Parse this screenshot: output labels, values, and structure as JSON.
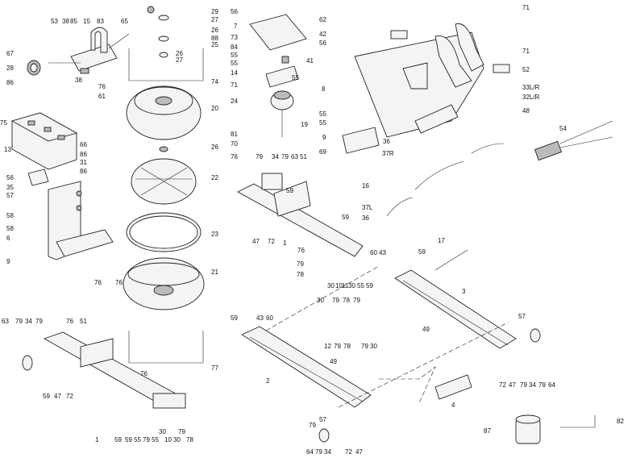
{
  "callouts": [
    {
      "id": "c53",
      "text": "53"
    },
    {
      "id": "c38a",
      "text": "38"
    },
    {
      "id": "c85",
      "text": "85"
    },
    {
      "id": "c83",
      "text": "83"
    },
    {
      "id": "c65",
      "text": "65"
    },
    {
      "id": "c15",
      "text": "15"
    },
    {
      "id": "c67",
      "text": "67"
    },
    {
      "id": "c28",
      "text": "28"
    },
    {
      "id": "c86a",
      "text": "86"
    },
    {
      "id": "c38b",
      "text": "38"
    },
    {
      "id": "c76a",
      "text": "76"
    },
    {
      "id": "c61",
      "text": "61"
    },
    {
      "id": "c75",
      "text": "75"
    },
    {
      "id": "c13",
      "text": "13"
    },
    {
      "id": "c66",
      "text": "66"
    },
    {
      "id": "c86b",
      "text": "86"
    },
    {
      "id": "c31",
      "text": "31"
    },
    {
      "id": "c86c",
      "text": "86"
    },
    {
      "id": "c56a",
      "text": "56"
    },
    {
      "id": "c35",
      "text": "35"
    },
    {
      "id": "c57a",
      "text": "57"
    },
    {
      "id": "c58a",
      "text": "58"
    },
    {
      "id": "c58b",
      "text": "58"
    },
    {
      "id": "c6",
      "text": "6"
    },
    {
      "id": "c9a",
      "text": "9"
    },
    {
      "id": "c76b",
      "text": "76"
    },
    {
      "id": "c76c",
      "text": "76"
    },
    {
      "id": "c29",
      "text": "29"
    },
    {
      "id": "c27a",
      "text": "27"
    },
    {
      "id": "c26a",
      "text": "26"
    },
    {
      "id": "c88",
      "text": "88"
    },
    {
      "id": "c25",
      "text": "25"
    },
    {
      "id": "c26b",
      "text": "26"
    },
    {
      "id": "c27b",
      "text": "27"
    },
    {
      "id": "c74",
      "text": "74"
    },
    {
      "id": "c20",
      "text": "20"
    },
    {
      "id": "c26c",
      "text": "26"
    },
    {
      "id": "c22",
      "text": "22"
    },
    {
      "id": "c23",
      "text": "23"
    },
    {
      "id": "c21",
      "text": "21"
    },
    {
      "id": "c77",
      "text": "77"
    },
    {
      "id": "c56b",
      "text": "56"
    },
    {
      "id": "c7",
      "text": "7"
    },
    {
      "id": "c73",
      "text": "73"
    },
    {
      "id": "c84",
      "text": "84"
    },
    {
      "id": "c55a",
      "text": "55"
    },
    {
      "id": "c55b",
      "text": "55"
    },
    {
      "id": "c14",
      "text": "14"
    },
    {
      "id": "c55c",
      "text": "55"
    },
    {
      "id": "c71a",
      "text": "71"
    },
    {
      "id": "c41",
      "text": "41"
    },
    {
      "id": "c24",
      "text": "24"
    },
    {
      "id": "c81",
      "text": "81"
    },
    {
      "id": "c70",
      "text": "70"
    },
    {
      "id": "c19",
      "text": "19"
    },
    {
      "id": "c62",
      "text": "62"
    },
    {
      "id": "c42",
      "text": "42"
    },
    {
      "id": "c56c",
      "text": "56"
    },
    {
      "id": "c71b",
      "text": "71"
    },
    {
      "id": "c71c",
      "text": "71"
    },
    {
      "id": "c52",
      "text": "52"
    },
    {
      "id": "c8",
      "text": "8"
    },
    {
      "id": "c33",
      "text": "33L/R"
    },
    {
      "id": "c32",
      "text": "32L/R"
    },
    {
      "id": "c48",
      "text": "48"
    },
    {
      "id": "c55d",
      "text": "55"
    },
    {
      "id": "c55e",
      "text": "55"
    },
    {
      "id": "c9b",
      "text": "9"
    },
    {
      "id": "c36a",
      "text": "36"
    },
    {
      "id": "c69",
      "text": "69"
    },
    {
      "id": "c37r",
      "text": "37R"
    },
    {
      "id": "c54",
      "text": "54"
    },
    {
      "id": "c16",
      "text": "16"
    },
    {
      "id": "c37l",
      "text": "37L"
    },
    {
      "id": "c36b",
      "text": "36"
    },
    {
      "id": "c76d",
      "text": "76"
    },
    {
      "id": "c79a",
      "text": "79"
    },
    {
      "id": "c34a",
      "text": "34"
    },
    {
      "id": "c79b",
      "text": "79"
    },
    {
      "id": "c63a",
      "text": "63"
    },
    {
      "id": "c51a",
      "text": "51"
    },
    {
      "id": "c59a",
      "text": "59"
    },
    {
      "id": "c47a",
      "text": "47"
    },
    {
      "id": "c72a",
      "text": "72"
    },
    {
      "id": "c1a",
      "text": "1"
    },
    {
      "id": "c59b",
      "text": "59"
    },
    {
      "id": "c76e",
      "text": "76"
    },
    {
      "id": "c60a",
      "text": "60"
    },
    {
      "id": "c43a",
      "text": "43"
    },
    {
      "id": "c79c",
      "text": "79"
    },
    {
      "id": "c78a",
      "text": "78"
    },
    {
      "id": "c30a",
      "text": "30"
    },
    {
      "id": "c10a",
      "text": "10"
    },
    {
      "id": "c11",
      "text": "11"
    },
    {
      "id": "c30b",
      "text": "30"
    },
    {
      "id": "c55f",
      "text": "55"
    },
    {
      "id": "c59c",
      "text": "59"
    },
    {
      "id": "c17",
      "text": "17"
    },
    {
      "id": "c59d",
      "text": "59"
    },
    {
      "id": "c3",
      "text": "3"
    },
    {
      "id": "c49a",
      "text": "49"
    },
    {
      "id": "c63b",
      "text": "63"
    },
    {
      "id": "c79d",
      "text": "79"
    },
    {
      "id": "c34b",
      "text": "34"
    },
    {
      "id": "c79e",
      "text": "79"
    },
    {
      "id": "c76f",
      "text": "76"
    },
    {
      "id": "c51b",
      "text": "51"
    },
    {
      "id": "c59e",
      "text": "59"
    },
    {
      "id": "c47b",
      "text": "47"
    },
    {
      "id": "c72b",
      "text": "72"
    },
    {
      "id": "c76g",
      "text": "76"
    },
    {
      "id": "c1b",
      "text": "1"
    },
    {
      "id": "c59f",
      "text": "59"
    },
    {
      "id": "c59g",
      "text": "59"
    },
    {
      "id": "c55g",
      "text": "55"
    },
    {
      "id": "c79f",
      "text": "79"
    },
    {
      "id": "c55h",
      "text": "55"
    },
    {
      "id": "c30c",
      "text": "30"
    },
    {
      "id": "c10b",
      "text": "10"
    },
    {
      "id": "c30d",
      "text": "30"
    },
    {
      "id": "c79g",
      "text": "79"
    },
    {
      "id": "c78b",
      "text": "78"
    },
    {
      "id": "c59h",
      "text": "59"
    },
    {
      "id": "c43b",
      "text": "43"
    },
    {
      "id": "c60b",
      "text": "60"
    },
    {
      "id": "c30e",
      "text": "30"
    },
    {
      "id": "c79h",
      "text": "79"
    },
    {
      "id": "c78c",
      "text": "78"
    },
    {
      "id": "c79i",
      "text": "79"
    },
    {
      "id": "c12",
      "text": "12"
    },
    {
      "id": "c79j",
      "text": "79"
    },
    {
      "id": "c78d",
      "text": "78"
    },
    {
      "id": "c79k",
      "text": "79"
    },
    {
      "id": "c30f",
      "text": "30"
    },
    {
      "id": "c2",
      "text": "2"
    },
    {
      "id": "c49b",
      "text": "49"
    },
    {
      "id": "c57b",
      "text": "57"
    },
    {
      "id": "c72c",
      "text": "72"
    },
    {
      "id": "c47c",
      "text": "47"
    },
    {
      "id": "c79l",
      "text": "79"
    },
    {
      "id": "c34c",
      "text": "34"
    },
    {
      "id": "c79m",
      "text": "79"
    },
    {
      "id": "c64a",
      "text": "64"
    },
    {
      "id": "c4",
      "text": "4"
    },
    {
      "id": "c57c",
      "text": "57"
    },
    {
      "id": "c79n",
      "text": "79"
    },
    {
      "id": "c64b",
      "text": "64"
    },
    {
      "id": "c79o",
      "text": "79"
    },
    {
      "id": "c34d",
      "text": "34"
    },
    {
      "id": "c72d",
      "text": "72"
    },
    {
      "id": "c47d",
      "text": "47"
    },
    {
      "id": "c87",
      "text": "87"
    },
    {
      "id": "c82",
      "text": "82"
    }
  ]
}
